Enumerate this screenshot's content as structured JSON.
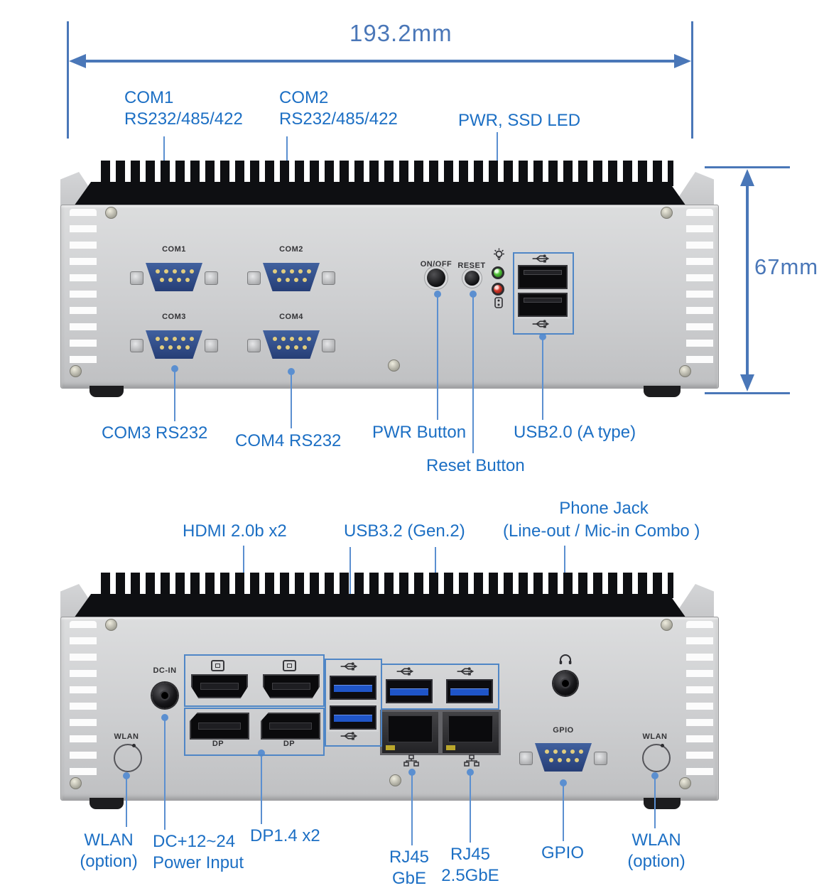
{
  "colors": {
    "callout": "#1c6fc4",
    "dimension": "#4a77b8",
    "leader": "#5b8fd0",
    "box_outline": "#4f86c6"
  },
  "dimensions": {
    "width_label": "193.2mm",
    "height_label": "67mm"
  },
  "front_view": {
    "callouts": {
      "com1": {
        "line1": "COM1",
        "line2": "RS232/485/422"
      },
      "com2": {
        "line1": "COM2",
        "line2": "RS232/485/422"
      },
      "pwr_ssd_led": "PWR, SSD LED",
      "com3": "COM3 RS232",
      "com4": "COM4 RS232",
      "pwr_button": "PWR Button",
      "reset_button": "Reset Button",
      "usb20": "USB2.0 (A type)"
    },
    "panel": {
      "com1": "COM1",
      "com2": "COM2",
      "com3": "COM3",
      "com4": "COM4",
      "on_off": "ON/OFF",
      "reset": "RESET"
    }
  },
  "rear_view": {
    "callouts": {
      "hdmi": "HDMI 2.0b x2",
      "usb32": "USB3.2 (Gen.2)",
      "phone_line1": "Phone Jack",
      "phone_line2": "(Line-out / Mic-in Combo )",
      "wlan_left": {
        "line1": "WLAN",
        "line2": "(option)"
      },
      "dc": {
        "line1": "DC+12~24",
        "line2": "Power Input"
      },
      "dp": "DP1.4 x2",
      "rj45_gbe": {
        "line1": "RJ45",
        "line2": "GbE"
      },
      "rj45_25gbe": {
        "line1": "RJ45",
        "line2": "2.5GbE"
      },
      "gpio": "GPIO",
      "wlan_right": {
        "line1": "WLAN",
        "line2": "(option)"
      }
    },
    "panel": {
      "dc_in": "DC-IN",
      "wlan_left": "WLAN",
      "wlan_right": "WLAN",
      "gpio": "GPIO",
      "dp1": "DP",
      "dp2": "DP"
    }
  },
  "icons": {
    "usb": "usb-trident-icon",
    "display": "hdmi-display-icon",
    "headphone": "headphone-icon",
    "network": "lan-network-icon",
    "bulb": "power-led-icon",
    "hdd": "storage-led-icon"
  }
}
